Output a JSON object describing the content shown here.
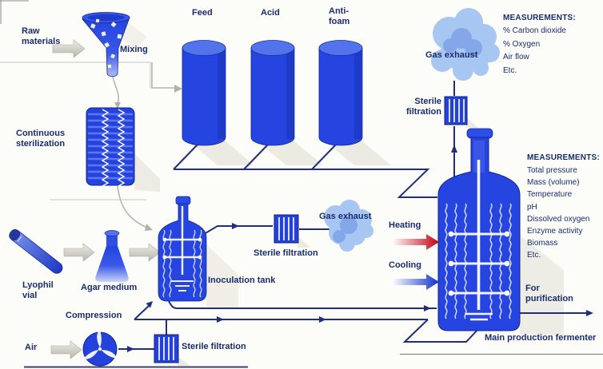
{
  "labels": {
    "raw_materials": "Raw materials",
    "mixing": "Mixing",
    "continuous_sterilization": "Continuous sterilization",
    "feed": "Feed",
    "acid": "Acid",
    "anti_foam": "Anti-foam",
    "lyophil_vial": "Lyophil vial",
    "agar_medium": "Agar medium",
    "inoculation_tank": "Inoculation tank",
    "sterile_filtration_mid": "Sterile filtration",
    "gas_exhaust_mid": "Gas exhaust",
    "sterile_filtration_top": "Sterile filtration",
    "gas_exhaust_top": "Gas exhaust",
    "sterile_filtration_air": "Sterile filtration",
    "compression": "Compression",
    "air": "Air",
    "heating": "Heating",
    "cooling": "Cooling",
    "for_purification": "For purification",
    "main_production_fermenter": "Main production fermenter"
  },
  "measurements_gas": {
    "heading": "MEASUREMENTS:",
    "items": [
      "% Carbon dioxide",
      "% Oxygen",
      "Air flow",
      "Etc."
    ]
  },
  "measurements_fermenter": {
    "heading": "MEASUREMENTS:",
    "items": [
      "Total pressure",
      "Mass (volume)",
      "Temperature",
      "pH",
      "Dissolved oxygen",
      "Enzyme activity",
      "Biomass",
      "Etc."
    ]
  },
  "colors": {
    "vessel_blue": "#2544e0",
    "vessel_blue_light": "#5072ec",
    "pipe_navy": "#202f7c",
    "text_navy": "#1a2c6e",
    "cloud_blue": "#a8c6f2",
    "heating_red": "#c00010",
    "cooling_blue": "#1030cc",
    "gray_arrow": "#c6c6bd",
    "shadow_beige": "#e7e5da"
  }
}
